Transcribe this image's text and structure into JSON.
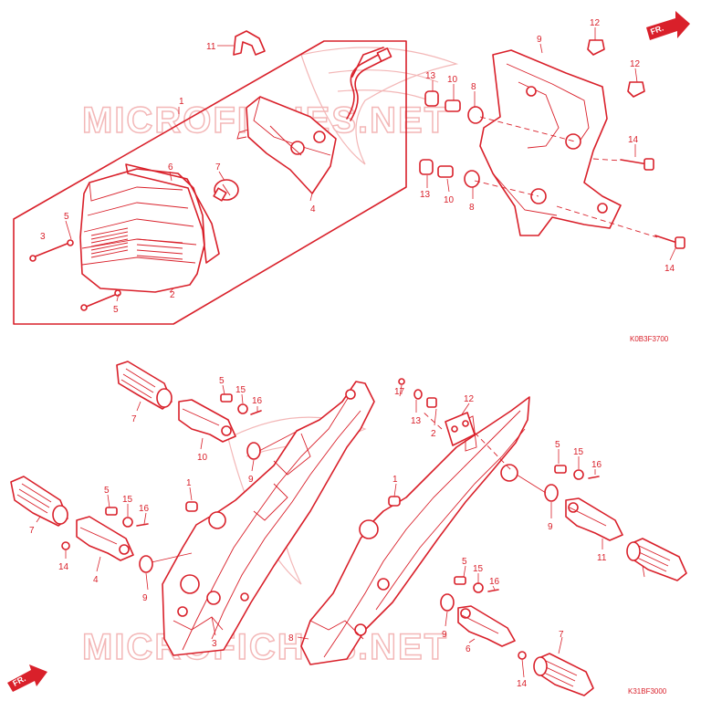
{
  "watermark": {
    "text": "MICROFICHES.NET"
  },
  "direction": {
    "label": "FR."
  },
  "codes": {
    "top": "K0B3F3700",
    "bottom": "K31BF3000"
  },
  "top_labels": [
    "1",
    "2",
    "3",
    "4",
    "5",
    "5",
    "6",
    "7",
    "8",
    "8",
    "9",
    "10",
    "10",
    "11",
    "12",
    "12",
    "13",
    "13",
    "14",
    "14"
  ],
  "bottom_labels": [
    "1",
    "1",
    "2",
    "3",
    "4",
    "5",
    "5",
    "5",
    "5",
    "6",
    "7",
    "7",
    "7",
    "8",
    "9",
    "9",
    "9",
    "9",
    "10",
    "11",
    "12",
    "13",
    "14",
    "14",
    "15",
    "15",
    "15",
    "15",
    "16",
    "16",
    "16",
    "16",
    "17"
  ]
}
